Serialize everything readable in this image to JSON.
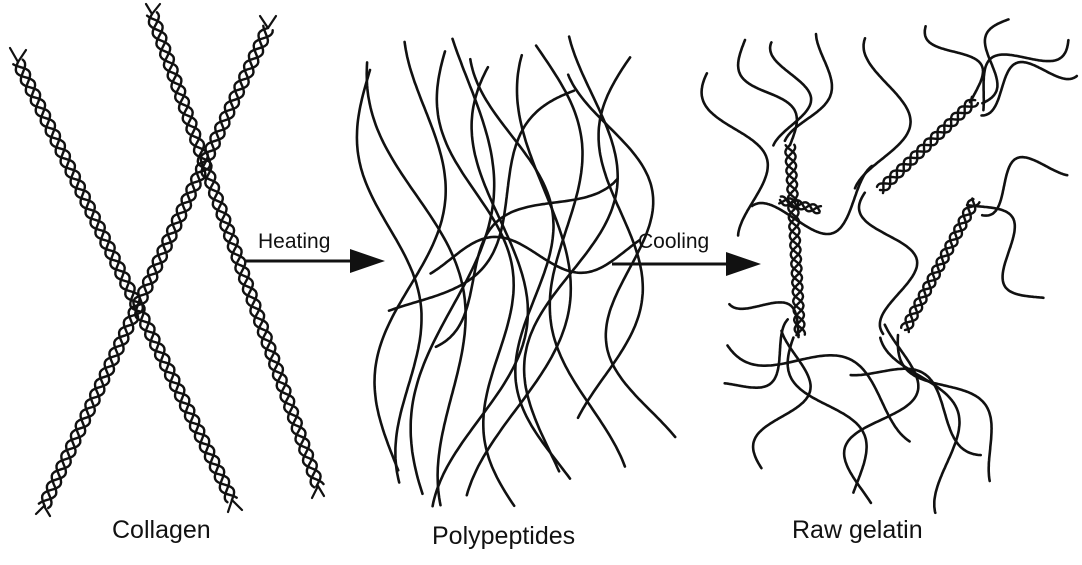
{
  "stages": {
    "collagen": {
      "label": "Collagen"
    },
    "polypeptides": {
      "label": "Polypeptides"
    },
    "raw_gelatin": {
      "label": "Raw gelatin"
    }
  },
  "steps": {
    "heating": {
      "label": "Heating"
    },
    "cooling": {
      "label": "Cooling"
    }
  },
  "colors": {
    "ink": "#111111",
    "background": "#ffffff"
  }
}
